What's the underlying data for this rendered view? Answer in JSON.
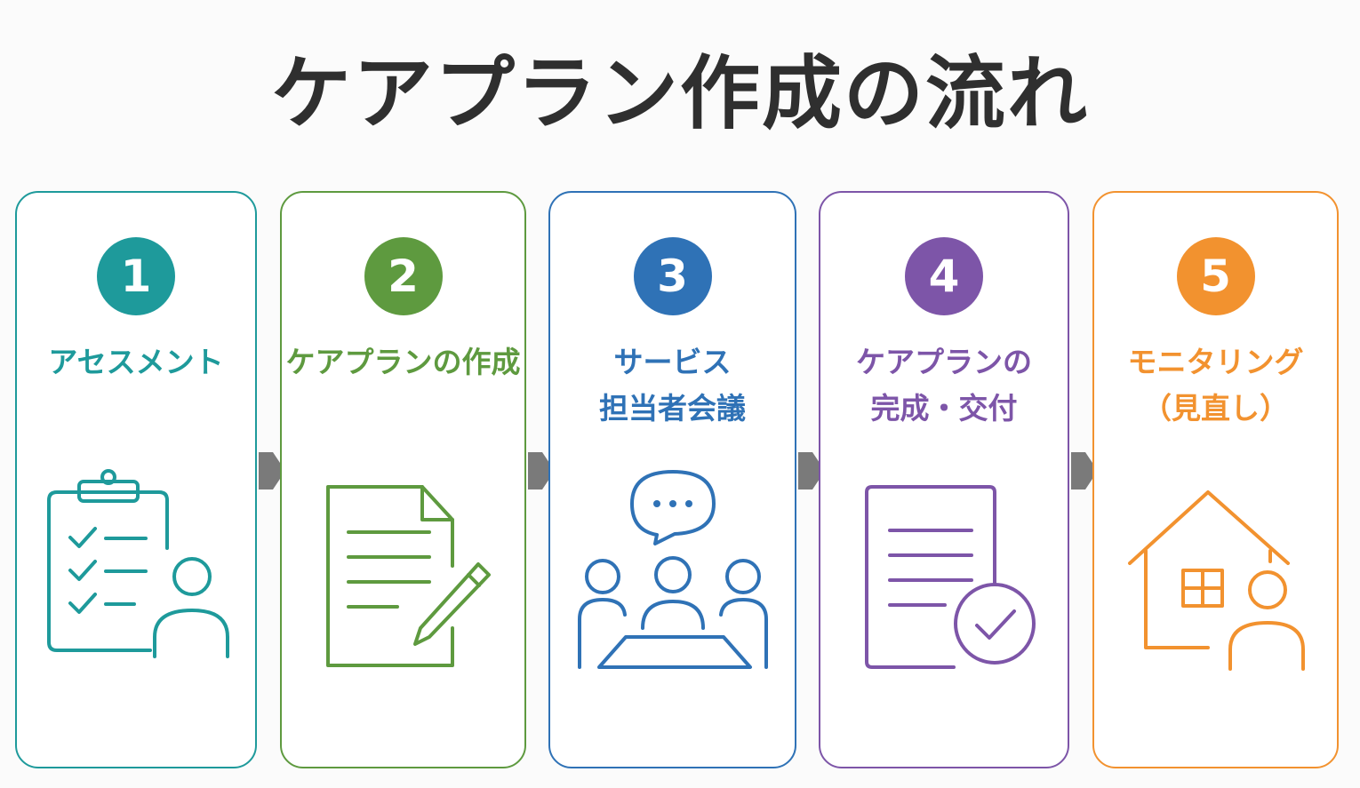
{
  "title": "ケアプラン作成の流れ",
  "steps": [
    {
      "number": "1",
      "line1": "アセスメント",
      "line2": "",
      "color": "#1e9a9b",
      "icon": "clipboard-checklist-person-icon"
    },
    {
      "number": "2",
      "line1": "ケアプランの作成",
      "line2": "",
      "color": "#5e9a3f",
      "icon": "document-pencil-icon"
    },
    {
      "number": "3",
      "line1": "サービス",
      "line2": "担当者会議",
      "color": "#2f72b6",
      "icon": "meeting-people-speech-icon"
    },
    {
      "number": "4",
      "line1": "ケアプランの",
      "line2": "完成・交付",
      "color": "#7d55a8",
      "icon": "document-checkmark-icon"
    },
    {
      "number": "5",
      "line1": "モニタリング",
      "line2": "（見直し）",
      "color": "#f2922f",
      "icon": "house-person-icon"
    }
  ],
  "arrow_color": "#7a7a7a"
}
